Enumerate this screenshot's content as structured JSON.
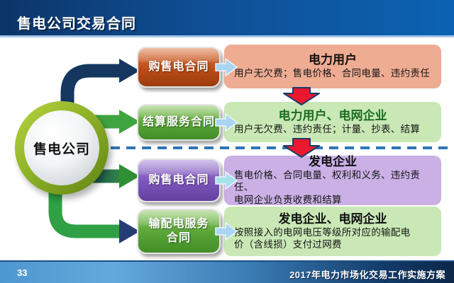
{
  "header": {
    "title": "售电公司交易合同"
  },
  "hub": {
    "label": "售电公司"
  },
  "contracts": [
    {
      "button_lines": [
        "购售电合同"
      ],
      "target_title": "电力用户",
      "details": [
        "用户无欠费；售电价格、合同电量、违约责任"
      ],
      "accent_color": "#bb4d19",
      "panel_color": "#eeac93"
    },
    {
      "button_lines": [
        "结算服务合同"
      ],
      "target_title": "电力用户、电网企业",
      "details": [
        "用户无欠费、违约责任；计量、抄表、结算"
      ],
      "accent_color": "#58a436",
      "panel_color": "#c9e8b5"
    },
    {
      "button_lines": [
        "购售电合同"
      ],
      "target_title": "发电企业",
      "details": [
        "售电价格、合同电量、权利和义务、违约责任、",
        "电网企业负责收费和结算"
      ],
      "accent_color": "#7b55ba",
      "panel_color": "#cbb0e6"
    },
    {
      "button_lines": [
        "输配电服务",
        "合同"
      ],
      "target_title": "发电企业、电网企业",
      "details": [
        "按照接入的电网电压等级所对应的输配电",
        "价（含线损）支付过网费"
      ],
      "accent_color": "#58a436",
      "panel_color": "#c9e8b5"
    }
  ],
  "divider": {
    "style": "dashed",
    "color": "#2e75b6"
  },
  "flow_colors": {
    "arrow_navy": "#15375f",
    "arrow_green": "#3fa33f",
    "red_arrow": "#e8192c",
    "mini_arrow": "#a9d5f2"
  },
  "footer": {
    "page_number": "33",
    "title": "2017年电力市场化交易工作实施方案"
  }
}
